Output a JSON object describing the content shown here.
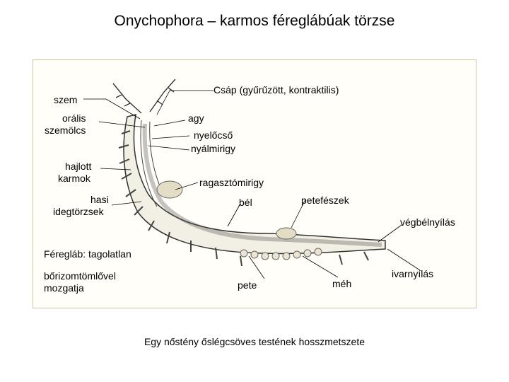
{
  "title": "Onychophora – karmos féreglábúak törzse",
  "caption": "Egy nőstény őslégcsöves testének hosszmetszete",
  "labels": {
    "szem": "szem",
    "csap": "Csáp (gyűrűzött, kontraktilis)",
    "oralis_1": "orális",
    "oralis_2": "szemölcs",
    "agy": "agy",
    "nyelocso": "nyelőcső",
    "nyalmirigy": "nyálmirigy",
    "hajlott_1": "hajlott",
    "hajlott_2": "karmok",
    "ragasztomirigy": "ragasztómirigy",
    "hasi_1": "hasi",
    "hasi_2": "idegtörzsek",
    "bel": "bél",
    "petefeszek": "petefészek",
    "vegbelnyilas": "végbélnyílás",
    "fereglab": "Féregláb: tagolatlan",
    "borizom_1": "bőrizomtömlővel",
    "borizom_2": "mozgatja",
    "pete": "pete",
    "meh": "méh",
    "ivarnyilas": "ivarnyílás"
  }
}
